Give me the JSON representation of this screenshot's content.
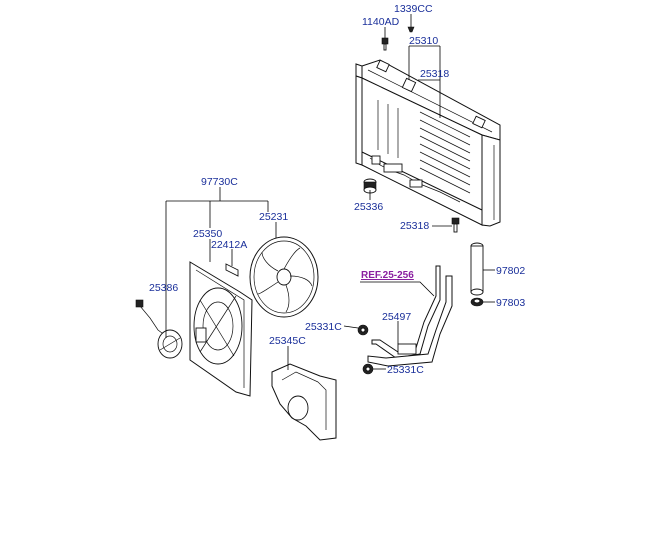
{
  "labels": {
    "p1339CC": "1339CC",
    "p1140AD": "1140AD",
    "p25310": "25310",
    "p25318_top": "25318",
    "p25336": "25336",
    "p25318_bot": "25318",
    "p97802": "97802",
    "p97803": "97803",
    "p97730C": "97730C",
    "p25350": "25350",
    "p22412A": "22412A",
    "p25231": "25231",
    "p25386": "25386",
    "ref": "REF.25-256",
    "p25331C_top": "25331C",
    "p25497": "25497",
    "p25345C": "25345C",
    "p25331C_bot": "25331C"
  },
  "colors": {
    "label": "#1a2f9a",
    "reference": "#8a1fa0",
    "line": "#000000"
  }
}
